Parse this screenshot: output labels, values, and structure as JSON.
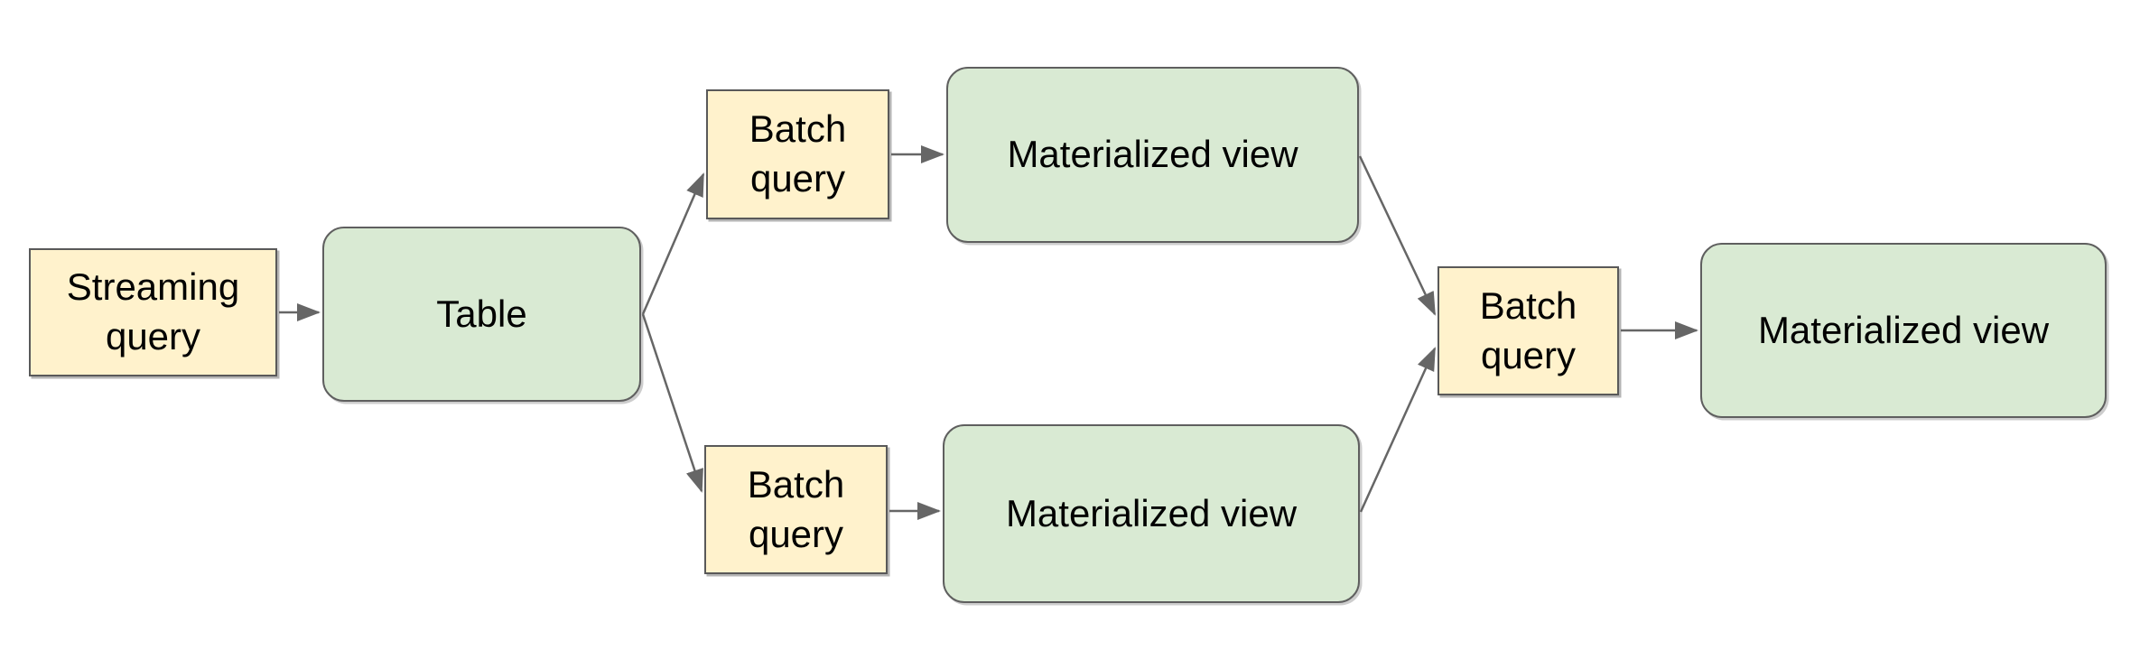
{
  "diagram": {
    "background_color": "#ffffff",
    "colors": {
      "query_node_fill": "#fff2cc",
      "query_node_border": "#595959",
      "data_node_fill": "#d9ead3",
      "data_node_border": "#5f5f5f",
      "arrow": "#666666",
      "text": "#000000"
    },
    "nodes": [
      {
        "id": "streaming-query",
        "label": "Streaming query",
        "shape": "rectangle"
      },
      {
        "id": "table",
        "label": "Table",
        "shape": "rounded-rectangle"
      },
      {
        "id": "batch-query-top",
        "label": "Batch query",
        "shape": "rectangle"
      },
      {
        "id": "materialized-view-top",
        "label": "Materialized view",
        "shape": "rounded-rectangle"
      },
      {
        "id": "batch-query-bottom",
        "label": "Batch query",
        "shape": "rectangle"
      },
      {
        "id": "materialized-view-bottom",
        "label": "Materialized view",
        "shape": "rounded-rectangle"
      },
      {
        "id": "batch-query-right",
        "label": "Batch query",
        "shape": "rectangle"
      },
      {
        "id": "materialized-view-right",
        "label": "Materialized view",
        "shape": "rounded-rectangle"
      }
    ],
    "edges": [
      {
        "from": "streaming-query",
        "to": "table"
      },
      {
        "from": "table",
        "to": "batch-query-top"
      },
      {
        "from": "table",
        "to": "batch-query-bottom"
      },
      {
        "from": "batch-query-top",
        "to": "materialized-view-top"
      },
      {
        "from": "batch-query-bottom",
        "to": "materialized-view-bottom"
      },
      {
        "from": "materialized-view-top",
        "to": "batch-query-right"
      },
      {
        "from": "materialized-view-bottom",
        "to": "batch-query-right"
      },
      {
        "from": "batch-query-right",
        "to": "materialized-view-right"
      }
    ]
  }
}
